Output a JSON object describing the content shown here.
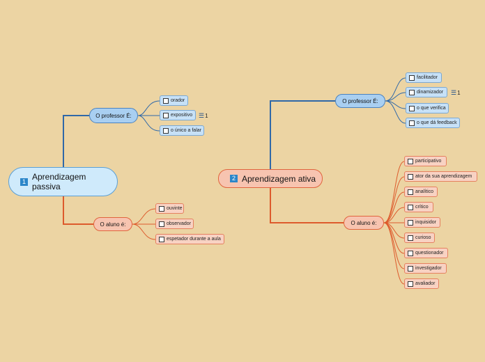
{
  "colors": {
    "background": "#ecd4a3",
    "blue_link": "#2f68a8",
    "red_link": "#dd5a2c"
  },
  "topic1": {
    "number": "1",
    "title": "Aprendizagem passiva",
    "professor": {
      "label": "O professor É:",
      "items": [
        {
          "label": "orador"
        },
        {
          "label": "expositivo",
          "note_icon": "list-icon",
          "note_count": "1"
        },
        {
          "label": "o único a falar"
        }
      ]
    },
    "aluno": {
      "label": "O aluno é:",
      "items": [
        {
          "label": "ouvinte"
        },
        {
          "label": "observador"
        },
        {
          "label": "espetador durante a aula"
        }
      ]
    }
  },
  "topic2": {
    "number": "2",
    "title": "Aprendizagem ativa",
    "professor": {
      "label": "O professor É:",
      "items": [
        {
          "label": "facilitador"
        },
        {
          "label": "dinamizador",
          "note_icon": "list-icon",
          "note_count": "1"
        },
        {
          "label": "o que verifica"
        },
        {
          "label": "o que dá feedback"
        }
      ]
    },
    "aluno": {
      "label": "O aluno é:",
      "items": [
        {
          "label": "participativo"
        },
        {
          "label": "ator da sua aprendizagem"
        },
        {
          "label": "analítico"
        },
        {
          "label": "crítico"
        },
        {
          "label": "inquisidor"
        },
        {
          "label": "curioso"
        },
        {
          "label": "questionador"
        },
        {
          "label": "investigador"
        },
        {
          "label": "avaliador"
        }
      ]
    }
  }
}
